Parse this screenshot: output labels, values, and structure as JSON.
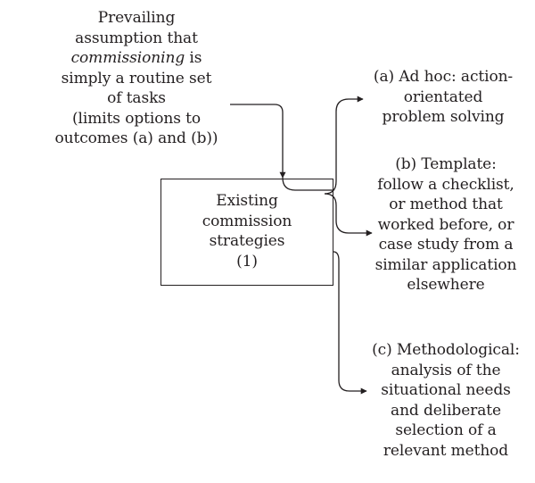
{
  "assumption": {
    "line1": "Prevailing",
    "line2": "assumption that",
    "line3_italic": "commissioning",
    "line3_rest": " is",
    "line4": "simply a routine set",
    "line5": "of tasks",
    "line6": "(limits options to",
    "line7": "outcomes (a) and (b))"
  },
  "existing": {
    "lines": [
      "Existing",
      "commission",
      "strategies",
      "(1)"
    ]
  },
  "outcome_a": {
    "lines": [
      "(a) Ad hoc: action-",
      "orientated",
      "problem solving"
    ]
  },
  "outcome_b": {
    "lines": [
      "(b) Template:",
      "follow a checklist,",
      "or method that",
      "worked before, or",
      "case study from a",
      "similar application",
      "elsewhere"
    ]
  },
  "outcome_c": {
    "lines": [
      "(c) Methodological:",
      "analysis of the",
      "situational needs",
      "and deliberate",
      "selection of  a",
      "relevant method"
    ]
  },
  "colors": {
    "ink": "#231f20",
    "background": "#ffffff"
  }
}
